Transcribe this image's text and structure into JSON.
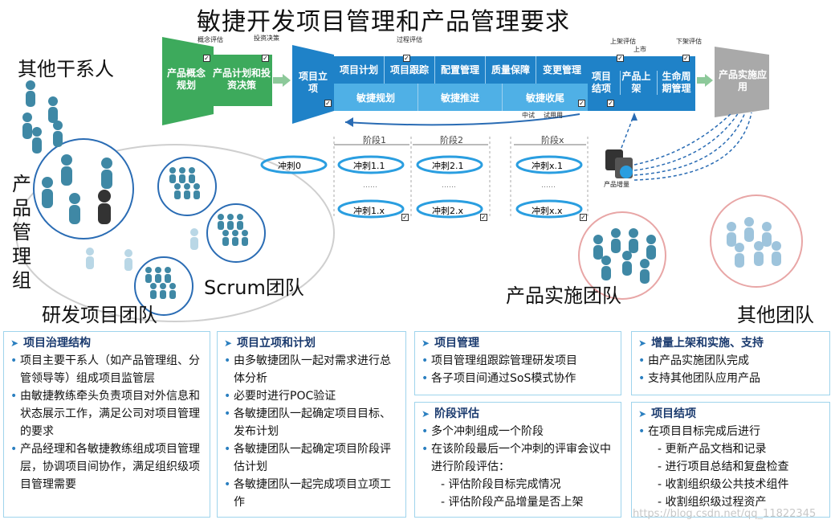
{
  "title": "敏捷开发项目管理和产品管理要求",
  "stakeholders": {
    "other_stakeholders": "其他干系人",
    "product_mgmt_group": [
      "产",
      "品",
      "管",
      "理",
      "组"
    ],
    "dev_project_team": "研发项目团队",
    "scrum_team": "Scrum团队",
    "impl_team": "产品实施团队",
    "other_teams": "其他团队"
  },
  "process": {
    "concept": "产品概念规划",
    "plan_decision": "产品计划和投资决策",
    "kickoff": "项目立项",
    "cells": [
      "项目计划",
      "项目跟踪",
      "配置管理",
      "质量保障",
      "变更管理"
    ],
    "agile": [
      "敏捷规划",
      "敏捷推进",
      "敏捷收尾"
    ],
    "closing": "项目结项",
    "launch": "产品上架",
    "lifecycle": "生命周期管理",
    "application": "产品实施应用",
    "markers": {
      "concept_eval": "概念评估",
      "invest_decision": "投资决策",
      "process_eval": "过程评估",
      "launch_eval": "上架评估",
      "market": "上市",
      "offshelf_eval": "下架评估",
      "trial": "中试",
      "pilot": "试用用"
    },
    "checkmark": "✓",
    "product_increment": "产品增量"
  },
  "sprints": {
    "stages": [
      "阶段1",
      "阶段2",
      "阶段x"
    ],
    "s0": "冲刺0",
    "rows": [
      [
        "冲刺1.1",
        "冲刺2.1",
        "冲刺x.1"
      ],
      [
        "冲刺1.x",
        "冲刺2.x",
        "冲刺x.x"
      ]
    ],
    "dots": "……"
  },
  "panels": {
    "governance": {
      "title": "项目治理结构",
      "items": [
        "项目主要干系人（如产品管理组、分管领导等）组成项目监管层",
        "由敏捷教练牵头负责项目对外信息和状态展示工作，满足公司对项目管理的要求",
        "产品经理和各敏捷教练组成项目管理层，协调项目间协作，满足组织级项目管理需要"
      ]
    },
    "initiation": {
      "title": "项目立项和计划",
      "items": [
        "由多敏捷团队一起对需求进行总体分析",
        "必要时进行POC验证",
        "各敏捷团队一起确定项目目标、发布计划",
        "各敏捷团队一起确定项目阶段评估计划",
        "各敏捷团队一起完成项目立项工作"
      ]
    },
    "management": {
      "title": "项目管理",
      "items": [
        "项目管理组跟踪管理研发项目",
        "各子项目间通过SoS模式协作"
      ]
    },
    "stage_eval": {
      "title": "阶段评估",
      "items": [
        "多个冲刺组成一个阶段",
        "在该阶段最后一个冲刺的评审会议中进行阶段评估："
      ],
      "subs": [
        "- 评估阶段目标完成情况",
        "- 评估阶段产品增量是否上架"
      ]
    },
    "increment": {
      "title": "增量上架和实施、支持",
      "items": [
        "由产品实施团队完成",
        "支持其他团队应用产品"
      ]
    },
    "closure": {
      "title": "项目结项",
      "items": [
        "在项目目标完成后进行"
      ],
      "subs": [
        "- 更新产品文档和记录",
        "- 进行项目总结和复盘检查",
        "- 收割组织级公共技术组件",
        "- 收割组织级过程资产"
      ]
    }
  },
  "watermark": "https://blog.csdn.net/qq_11822345",
  "colors": {
    "green": "#3daa5c",
    "blue": "#1f82c8",
    "light_blue": "#4fb0e6",
    "gray": "#a9a9a9",
    "navy": "#1a3a6e"
  }
}
